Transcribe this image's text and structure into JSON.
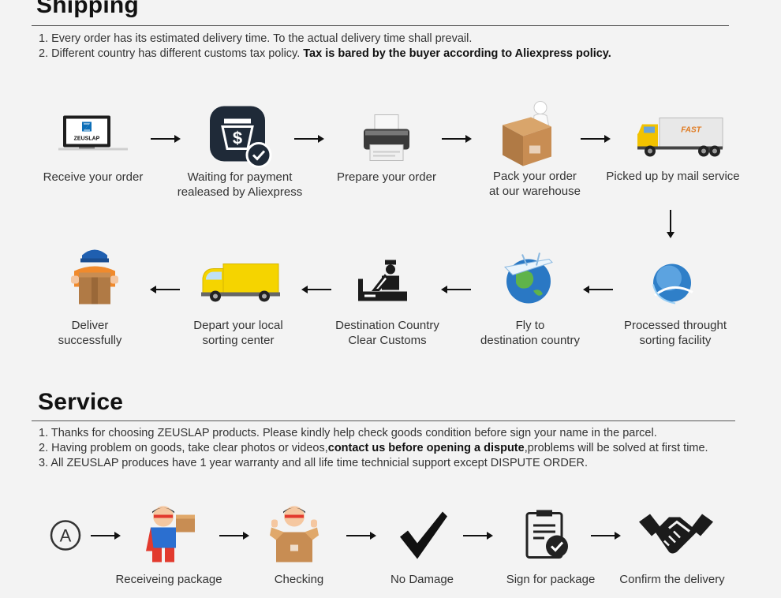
{
  "shipping": {
    "title": "Shipping",
    "notes": [
      {
        "text": "1. Every order has its estimated delivery time. To the actual delivery time shall prevail.",
        "bold": ""
      },
      {
        "text": "2. Different country has different customs tax policy. ",
        "bold": "Tax is bared by the buyer according to Aliexpress policy."
      }
    ],
    "steps": [
      {
        "icon": "monitor-icon",
        "brand": "ZEUSLAP",
        "line1": "Receive your order",
        "line2": ""
      },
      {
        "icon": "payment-icon",
        "glyph": "$",
        "line1": "Waiting for payment",
        "line2": "realeased by Aliexpress"
      },
      {
        "icon": "printer-icon",
        "line1": "Prepare your order",
        "line2": ""
      },
      {
        "icon": "package-icon",
        "line1": "Pack your order",
        "line2": "at our warehouse"
      },
      {
        "icon": "truck-icon",
        "truck_text": "FAST",
        "line1": "Picked up by mail service",
        "line2": ""
      },
      {
        "icon": "globe-sorting-icon",
        "line1": "Processed throught",
        "line2": "sorting facility"
      },
      {
        "icon": "airplane-globe-icon",
        "line1": "Fly to",
        "line2": "destination country"
      },
      {
        "icon": "customs-icon",
        "line1": "Destination Country",
        "line2": "Clear Customs"
      },
      {
        "icon": "van-icon",
        "line1": "Depart your local",
        "line2": "sorting center"
      },
      {
        "icon": "courier-icon",
        "line1": "Deliver",
        "line2": "successfully"
      }
    ]
  },
  "service": {
    "title": "Service",
    "notes": [
      {
        "pre": "1. Thanks for choosing ZEUSLAP products. Please kindly help check goods condition before sign your name in the parcel.",
        "bold": "",
        "post": ""
      },
      {
        "pre": "2. Having problem on goods, take clear photos or videos,",
        "bold": "contact us before opening a dispute",
        "post": ",problems will be solved at first time."
      },
      {
        "pre": "3. All ZEUSLAP produces have 1 year warranty and all life time technicial support except DISPUTE ORDER.",
        "bold": "",
        "post": ""
      }
    ],
    "start_glyph": "A",
    "steps": [
      {
        "icon": "receiving-man-icon",
        "label": "Receiveing package"
      },
      {
        "icon": "checking-man-icon",
        "label": "Checking"
      },
      {
        "icon": "checkmark-icon",
        "label": "No Damage"
      },
      {
        "icon": "clipboard-check-icon",
        "label": "Sign for package"
      },
      {
        "icon": "handshake-icon",
        "label": "Confirm the delivery"
      }
    ]
  },
  "colors": {
    "accent_blue": "#2f7fc8",
    "box_brown": "#b07a45",
    "dark": "#222222",
    "truck_yellow": "#f2c200"
  }
}
